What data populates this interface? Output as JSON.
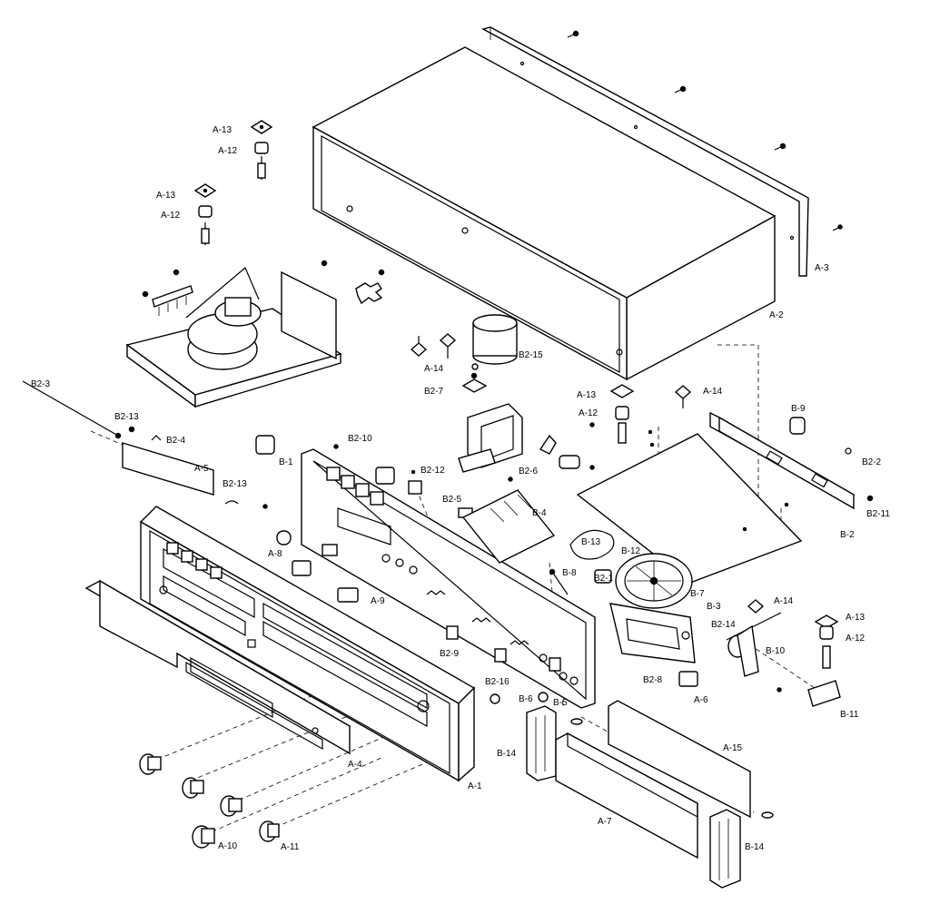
{
  "labels": {
    "a3": "A-3",
    "a2": "A-2",
    "a13_1": "A-13",
    "a12_1": "A-12",
    "a13_2": "A-13",
    "a12_2": "A-12",
    "a14_1": "A-14",
    "b2_15": "B2-15",
    "b2_7": "B2-7",
    "a13_3": "A-13",
    "a12_3": "A-12",
    "a14_2": "A-14",
    "b9": "B-9",
    "b2_3": "B2-3",
    "b2_13_1": "B2-13",
    "b2_4": "B2-4",
    "a5": "A-5",
    "b2_10": "B2-10",
    "b1": "B-1",
    "b2_12": "B2-12",
    "b2_6": "B2-6",
    "b2_2": "B2-2",
    "b2_13_2": "B2-13",
    "b2_5": "B2-5",
    "b4": "B-4",
    "b2_11": "B2-11",
    "b2": "B-2",
    "a8": "A-8",
    "b13": "B-13",
    "b12": "B-12",
    "b8": "B-8",
    "b2_1": "B2-1",
    "a9": "A-9",
    "b7": "B-7",
    "a14_3": "A-14",
    "b3": "B-3",
    "b2_14": "B2-14",
    "a13_4": "A-13",
    "a12_4": "A-12",
    "b10": "B-10",
    "b2_9": "B2-9",
    "b2_16": "B2-16",
    "b2_8": "B2-8",
    "b6": "B-6",
    "b5": "B-5",
    "a6": "A-6",
    "b11": "B-11",
    "b14_1": "B-14",
    "a15": "A-15",
    "a4": "A-4",
    "a1": "A-1",
    "a7": "A-7",
    "a10": "A-10",
    "a11": "A-11",
    "b14_2": "B-14"
  }
}
